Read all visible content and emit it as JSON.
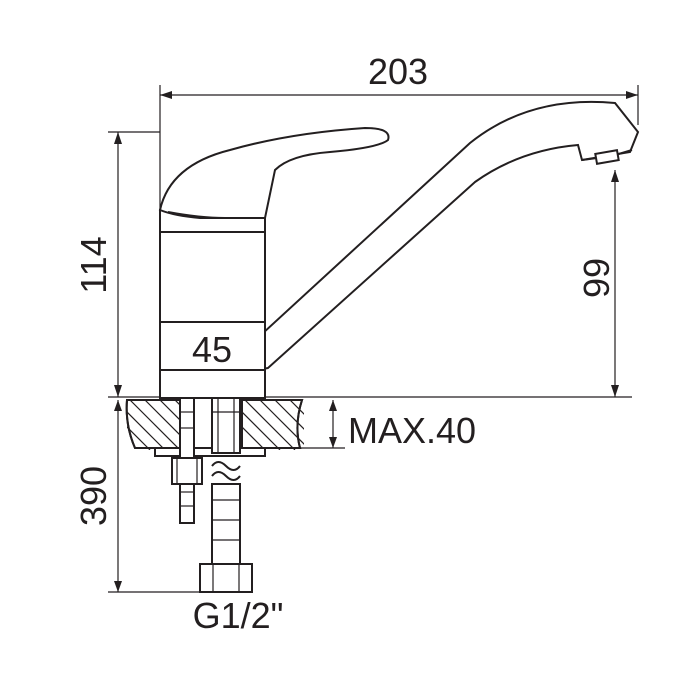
{
  "dimensions": {
    "overall_width": "203",
    "handle_height": "114",
    "spout_height": "99",
    "body_diameter": "45",
    "max_deck_thickness": "MAX.40",
    "hose_length": "390",
    "connection_thread": "G1/2\""
  },
  "colors": {
    "line": "#231f20",
    "background": "#ffffff"
  }
}
